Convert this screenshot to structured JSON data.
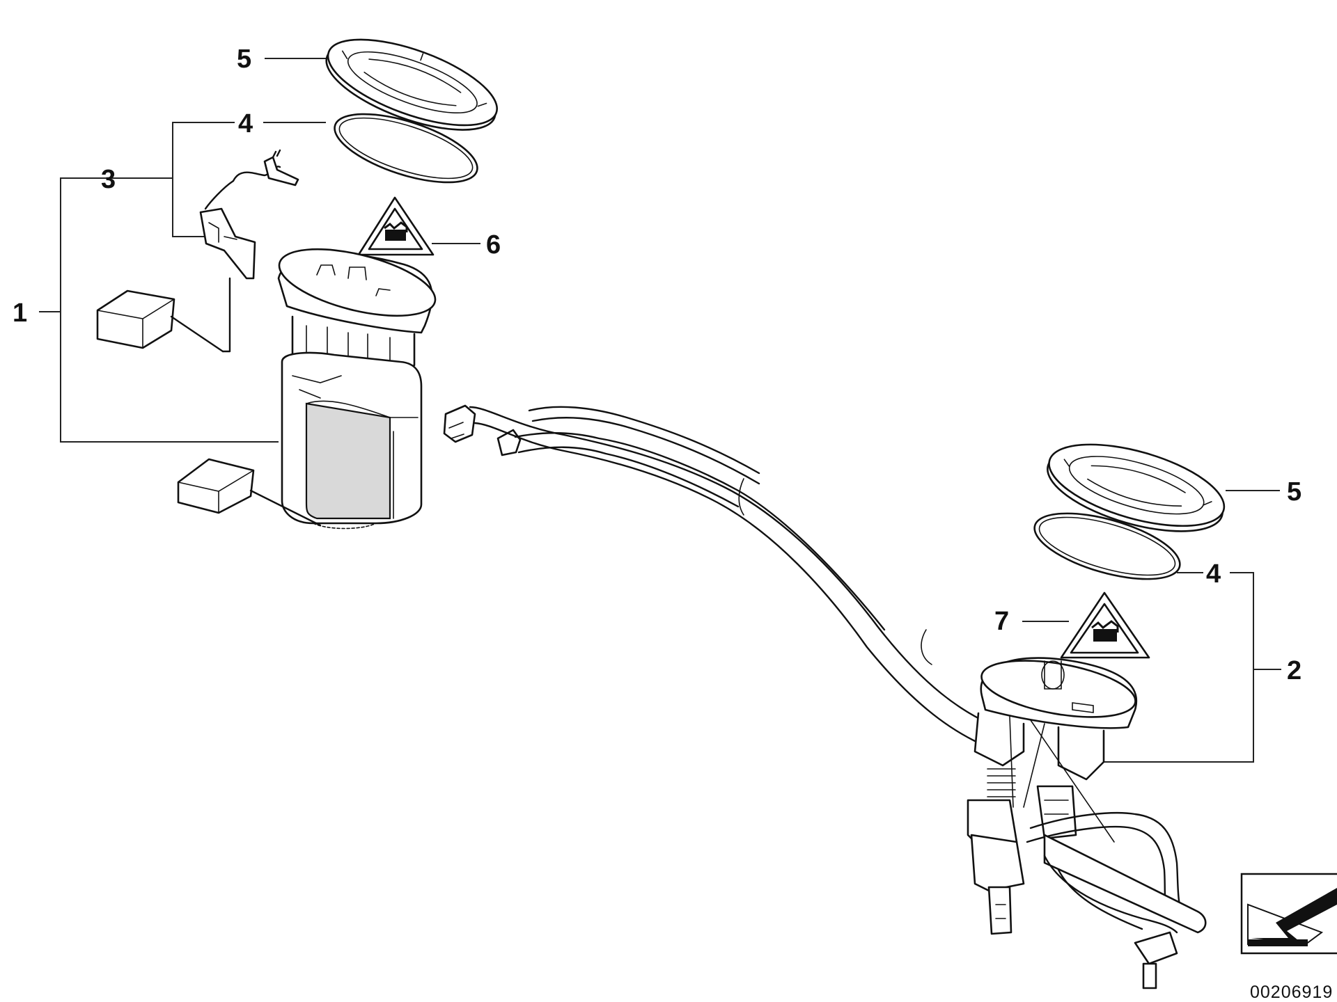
{
  "callouts": {
    "c1": "1",
    "c2": "2",
    "c3": "3",
    "c4_top": "4",
    "c4_right": "4",
    "c5_top": "5",
    "c5_right": "5",
    "c6": "6",
    "c7": "7"
  },
  "document_number": "00206919",
  "colors": {
    "line": "#111111",
    "background": "#ffffff"
  },
  "icons": [
    "warning-triangle-icon",
    "orientation-arrow-icon"
  ]
}
